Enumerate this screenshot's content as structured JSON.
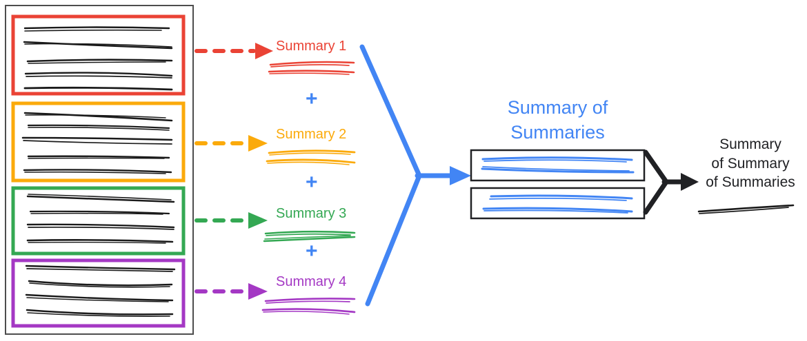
{
  "diagram": {
    "title_text": "hierarchical summarization diagram",
    "colors": {
      "red": "#EA4335",
      "orange": "#FBAA0B",
      "green": "#34A853",
      "purple": "#A438C4",
      "blue": "#4285F4",
      "black": "#202124",
      "container_border": "#4d4d4d"
    },
    "document_container": {
      "name": "source-document",
      "chunks": [
        {
          "id": "chunk-1",
          "color": "#EA4335",
          "lines": 5,
          "label": "red-chunk"
        },
        {
          "id": "chunk-2",
          "color": "#FBAA0B",
          "lines": 5,
          "label": "orange-chunk"
        },
        {
          "id": "chunk-3",
          "color": "#34A853",
          "lines": 4,
          "label": "green-chunk"
        },
        {
          "id": "chunk-4",
          "color": "#A438C4",
          "lines": 4,
          "label": "purple-chunk"
        }
      ]
    },
    "summaries": [
      {
        "label": "Summary 1",
        "color": "#EA4335",
        "lines": 2
      },
      {
        "label": "Summary 2",
        "color": "#FBAA0B",
        "lines": 2
      },
      {
        "label": "Summary 3",
        "color": "#34A853",
        "lines": 2
      },
      {
        "label": "Summary 4",
        "color": "#A438C4",
        "lines": 2
      }
    ],
    "operators": [
      {
        "symbol": "+",
        "color": "#4285F4"
      },
      {
        "symbol": "+",
        "color": "#4285F4"
      },
      {
        "symbol": "+",
        "color": "#4285F4"
      }
    ],
    "summary_of_summaries": {
      "title_line_1": "Summary of",
      "title_line_2": "Summaries",
      "color": "#4285F4",
      "boxes": [
        {
          "id": "sos-box-1",
          "lines": 2
        },
        {
          "id": "sos-box-2",
          "lines": 2
        }
      ]
    },
    "final_output": {
      "line_1": "Summary",
      "line_2": "of Summary",
      "line_3": "of Summaries",
      "color": "#202124",
      "lines": 1
    }
  }
}
